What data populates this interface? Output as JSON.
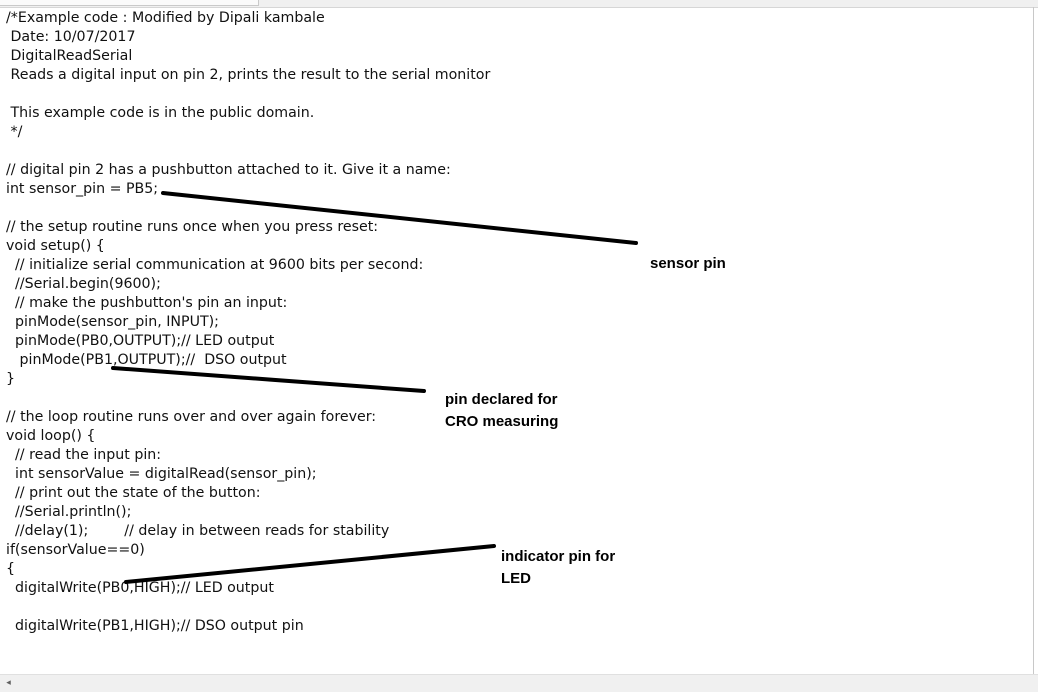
{
  "code_lines": [
    "/*Example code : Modified by Dipali kambale",
    " Date: 10/07/2017",
    " DigitalReadSerial",
    " Reads a digital input on pin 2, prints the result to the serial monitor",
    "",
    " This example code is in the public domain.",
    " */",
    "",
    "// digital pin 2 has a pushbutton attached to it. Give it a name:",
    "int sensor_pin = PB5;",
    "",
    "// the setup routine runs once when you press reset:",
    "void setup() {",
    "  // initialize serial communication at 9600 bits per second:",
    "  //Serial.begin(9600);",
    "  // make the pushbutton's pin an input:",
    "  pinMode(sensor_pin, INPUT);",
    "  pinMode(PB0,OUTPUT);// LED output",
    "   pinMode(PB1,OUTPUT);//  DSO output",
    "}",
    "",
    "// the loop routine runs over and over again forever:",
    "void loop() {",
    "  // read the input pin:",
    "  int sensorValue = digitalRead(sensor_pin);",
    "  // print out the state of the button:",
    "  //Serial.println();",
    "  //delay(1);        // delay in between reads for stability",
    "if(sensorValue==0)",
    "{",
    "  digitalWrite(PB0,HIGH);// LED output",
    "",
    "  digitalWrite(PB1,HIGH);// DSO output pin"
  ],
  "annotations": {
    "sensor_pin": "sensor pin",
    "cro_line1": "pin declared for",
    "cro_line2": "CRO measuring",
    "led_line1": "indicator pin for",
    "led_line2": "LED"
  },
  "scrollbar": {
    "left_arrow": "◂"
  },
  "colors": {
    "text": "#111111",
    "annotation_line": "#000000",
    "background": "#ffffff"
  }
}
